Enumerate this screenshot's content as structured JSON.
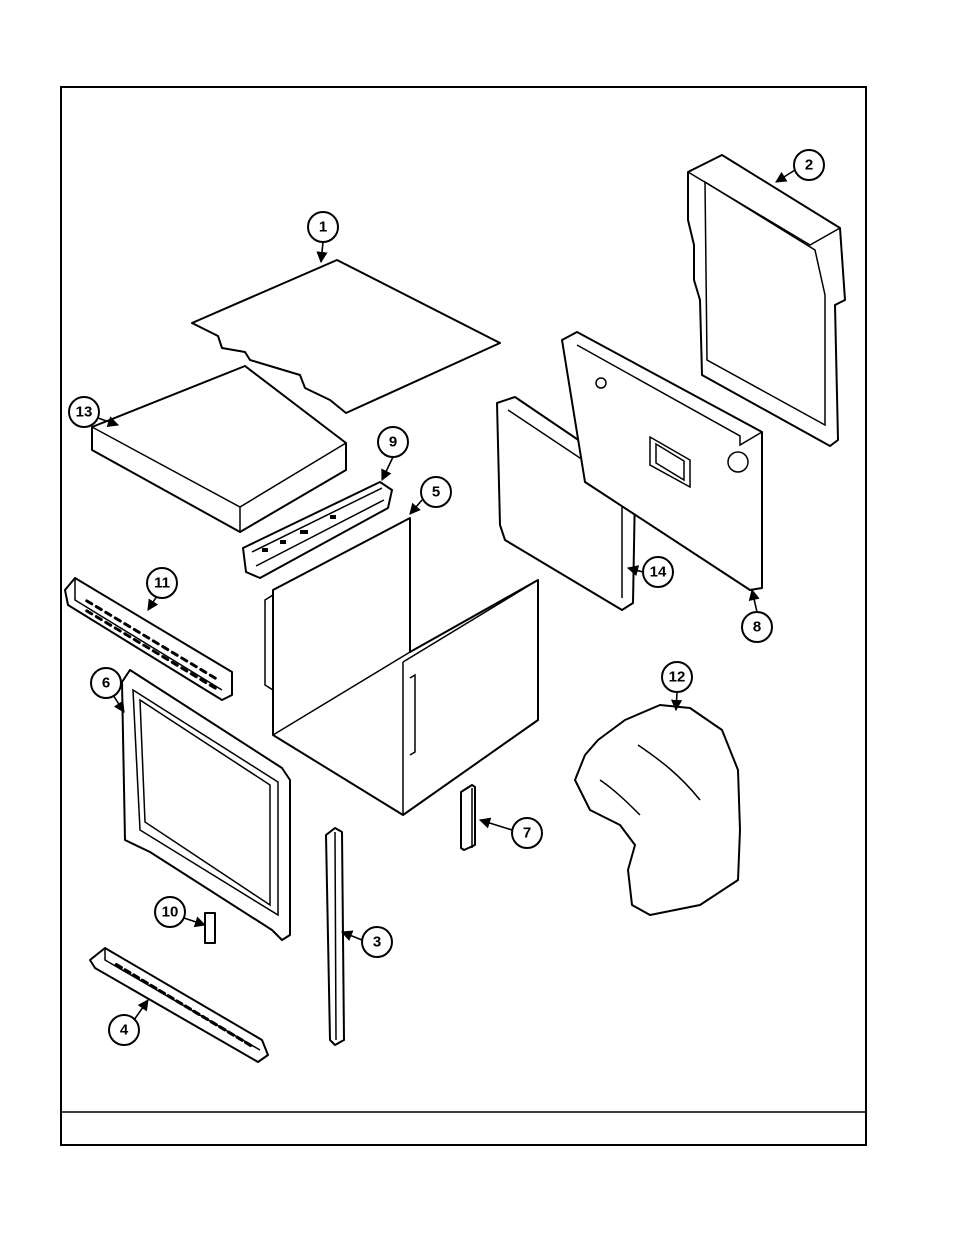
{
  "diagram": {
    "parts": [
      {
        "id": "part-1",
        "label": "1"
      },
      {
        "id": "part-2",
        "label": "2"
      },
      {
        "id": "part-3",
        "label": "3"
      },
      {
        "id": "part-4",
        "label": "4"
      },
      {
        "id": "part-5",
        "label": "5"
      },
      {
        "id": "part-6",
        "label": "6"
      },
      {
        "id": "part-7",
        "label": "7"
      },
      {
        "id": "part-8",
        "label": "8"
      },
      {
        "id": "part-9",
        "label": "9"
      },
      {
        "id": "part-10",
        "label": "10"
      },
      {
        "id": "part-11",
        "label": "11"
      },
      {
        "id": "part-12",
        "label": "12"
      },
      {
        "id": "part-13",
        "label": "13"
      },
      {
        "id": "part-14",
        "label": "14"
      }
    ],
    "footer_text": ""
  }
}
